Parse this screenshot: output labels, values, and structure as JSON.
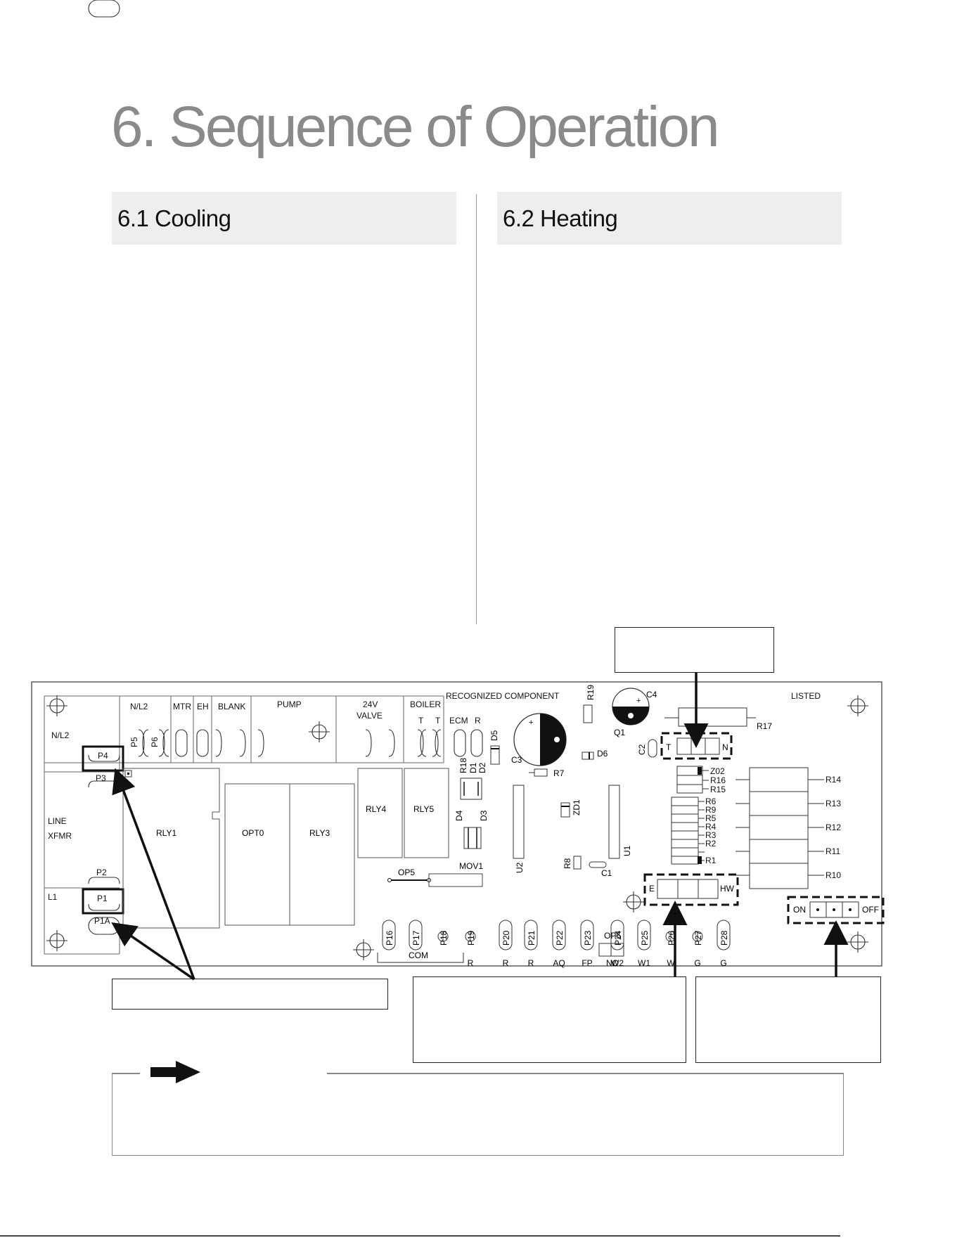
{
  "page": {
    "title": "6. Sequence of Operation"
  },
  "sections": {
    "cooling": {
      "heading": "6.1 Cooling"
    },
    "heating": {
      "heading": "6.2 Heating"
    }
  },
  "board": {
    "header_labels": {
      "nl2_top": "N/L2",
      "mtr": "MTR",
      "eh": "EH",
      "blank": "BLANK",
      "pump": "PUMP",
      "valve_24v": "24V",
      "valve": "VALVE",
      "boiler": "BOILER",
      "boiler_t1": "T",
      "boiler_t2": "T",
      "recognized": "RECOGNIZED COMPONENT",
      "listed": "LISTED"
    },
    "left_labels": {
      "nl2": "N/L2",
      "line": "LINE",
      "xfmr": "XFMR",
      "l1": "L1"
    },
    "terminals": {
      "p4": "P4",
      "p3": "P3",
      "p2": "P2",
      "p1": "P1",
      "p1a": "P1A",
      "p5": "P5",
      "p6": "P6"
    },
    "blocks": {
      "rly1": "RLY1",
      "opt0": "OPT0",
      "rly3": "RLY3",
      "rly4": "RLY4",
      "rly5": "RLY5",
      "u2": "U2",
      "u1": "U1",
      "mov1": "MOV1",
      "op5_top": "OP5"
    },
    "components": {
      "ecm": "ECM",
      "ecm_r": "R",
      "r19": "R19",
      "c4": "C4",
      "q1": "Q1",
      "r17": "R17",
      "d5": "D5",
      "c3": "C3",
      "r7": "R7",
      "d6": "D6",
      "c2": "C2",
      "r18": "R18",
      "d1": "D1",
      "d2": "D2",
      "d4": "D4",
      "d3": "D3",
      "zd1": "ZD1",
      "r8": "R8",
      "c1": "C1",
      "t_jumper": "T",
      "n_jumper": "N",
      "z02": "Z02",
      "r16": "R16",
      "r15": "R15",
      "r6": "R6",
      "r9": "R9",
      "r5": "R5",
      "r4": "R4",
      "r3": "R3",
      "r2": "R2",
      "r1": "R1",
      "r14": "R14",
      "r13": "R13",
      "r12": "R12",
      "r11": "R11",
      "r10": "R10",
      "e_jumper": "E",
      "hw_jumper": "HW",
      "on": "ON",
      "off": "OFF"
    },
    "bottom_terminals": [
      {
        "id": "P16",
        "label": ""
      },
      {
        "id": "P17",
        "label": ""
      },
      {
        "id": "P18",
        "label": ""
      },
      {
        "id": "P19",
        "label": "R"
      },
      {
        "id": "P20",
        "label": "R"
      },
      {
        "id": "P21",
        "label": "R"
      },
      {
        "id": "P22",
        "label": "AQ"
      },
      {
        "id": "P23",
        "label": "FP"
      },
      {
        "id": "P24",
        "label": "W2"
      },
      {
        "id": "P25",
        "label": "W1"
      },
      {
        "id": "P26",
        "label": "W"
      },
      {
        "id": "P27",
        "label": "G"
      },
      {
        "id": "P28",
        "label": "G"
      }
    ],
    "bottom_misc": {
      "com": "COM",
      "op5": "OP5",
      "no": "NO"
    }
  }
}
